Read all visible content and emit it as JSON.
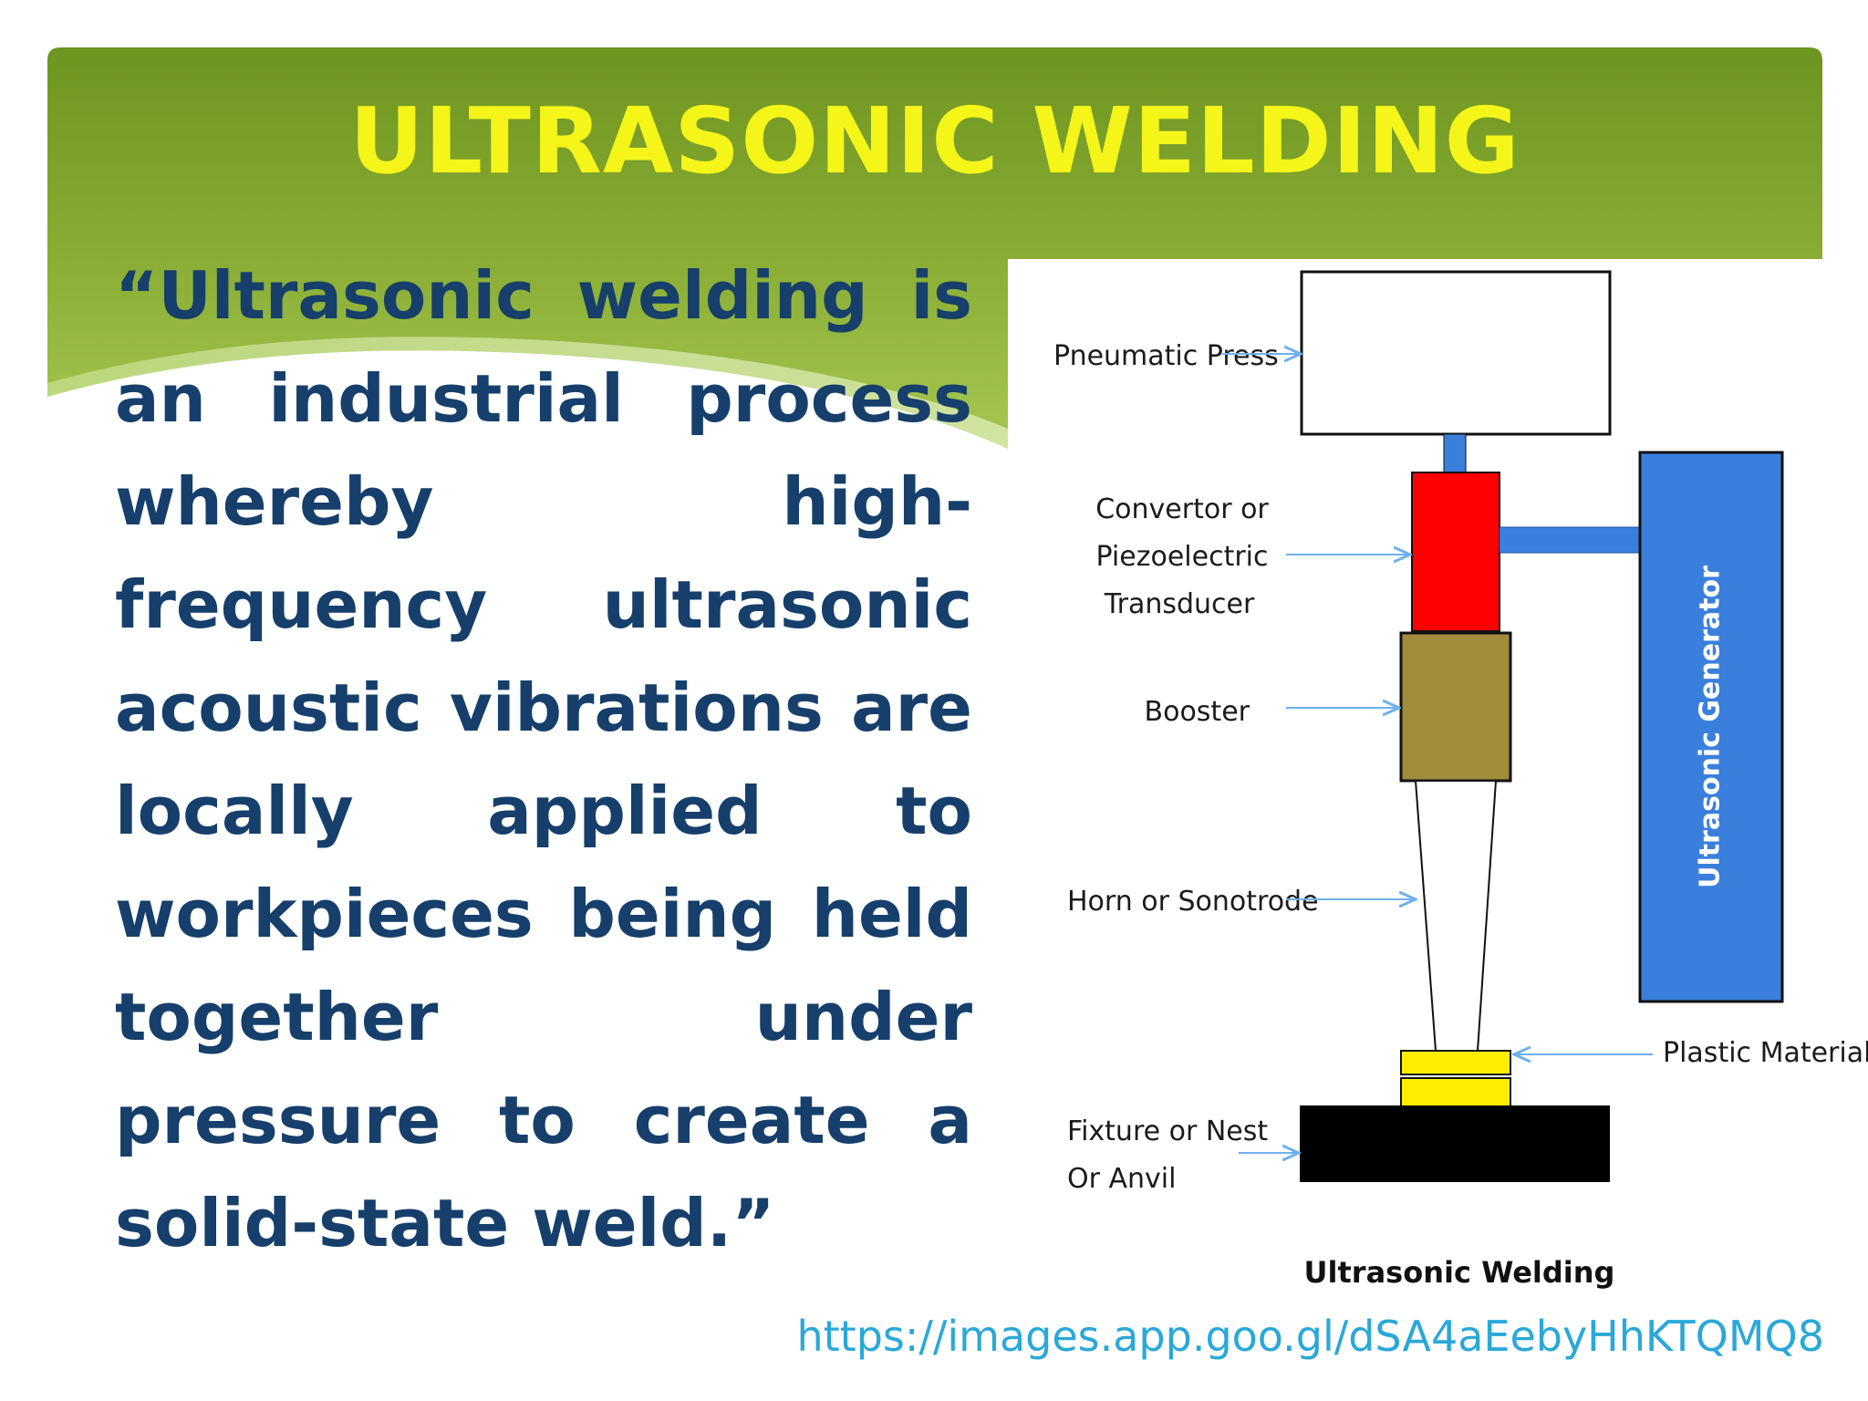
{
  "slide": {
    "title": "ULTRASONIC WELDING",
    "definition": "“Ultrasonic welding is an industrial process whereby high-frequency ultrasonic acoustic vibrations are locally applied to workpieces being held together under pressure to create a solid-state weld.”",
    "source_url": "https://images.app.goo.gl/dSA4aEebyHhKTQMQ8"
  },
  "diagram": {
    "labels": {
      "pneumatic_press": "Pneumatic Press",
      "convertor_line1": "Convertor or",
      "convertor_line2": "Piezoelectric",
      "convertor_line3": "Transducer",
      "booster": "Booster",
      "horn": "Horn or Sonotrode",
      "fixture_line1": "Fixture or Nest",
      "fixture_line2": "Or Anvil",
      "plastic": "Plastic Materials",
      "generator": "Ultrasonic Generator"
    },
    "caption": "Ultrasonic Welding"
  },
  "colors": {
    "banner_dark": "#6e9520",
    "banner_light": "#a2c64e",
    "title": "#f5f51a",
    "body_text": "#163f6b",
    "transducer": "#ff0000",
    "booster": "#a08c3a",
    "generator": "#3b7fdd",
    "plastic": "#ffee00",
    "anvil": "#000000",
    "arrow": "#6fb0ea",
    "link": "#2aa8d8"
  }
}
